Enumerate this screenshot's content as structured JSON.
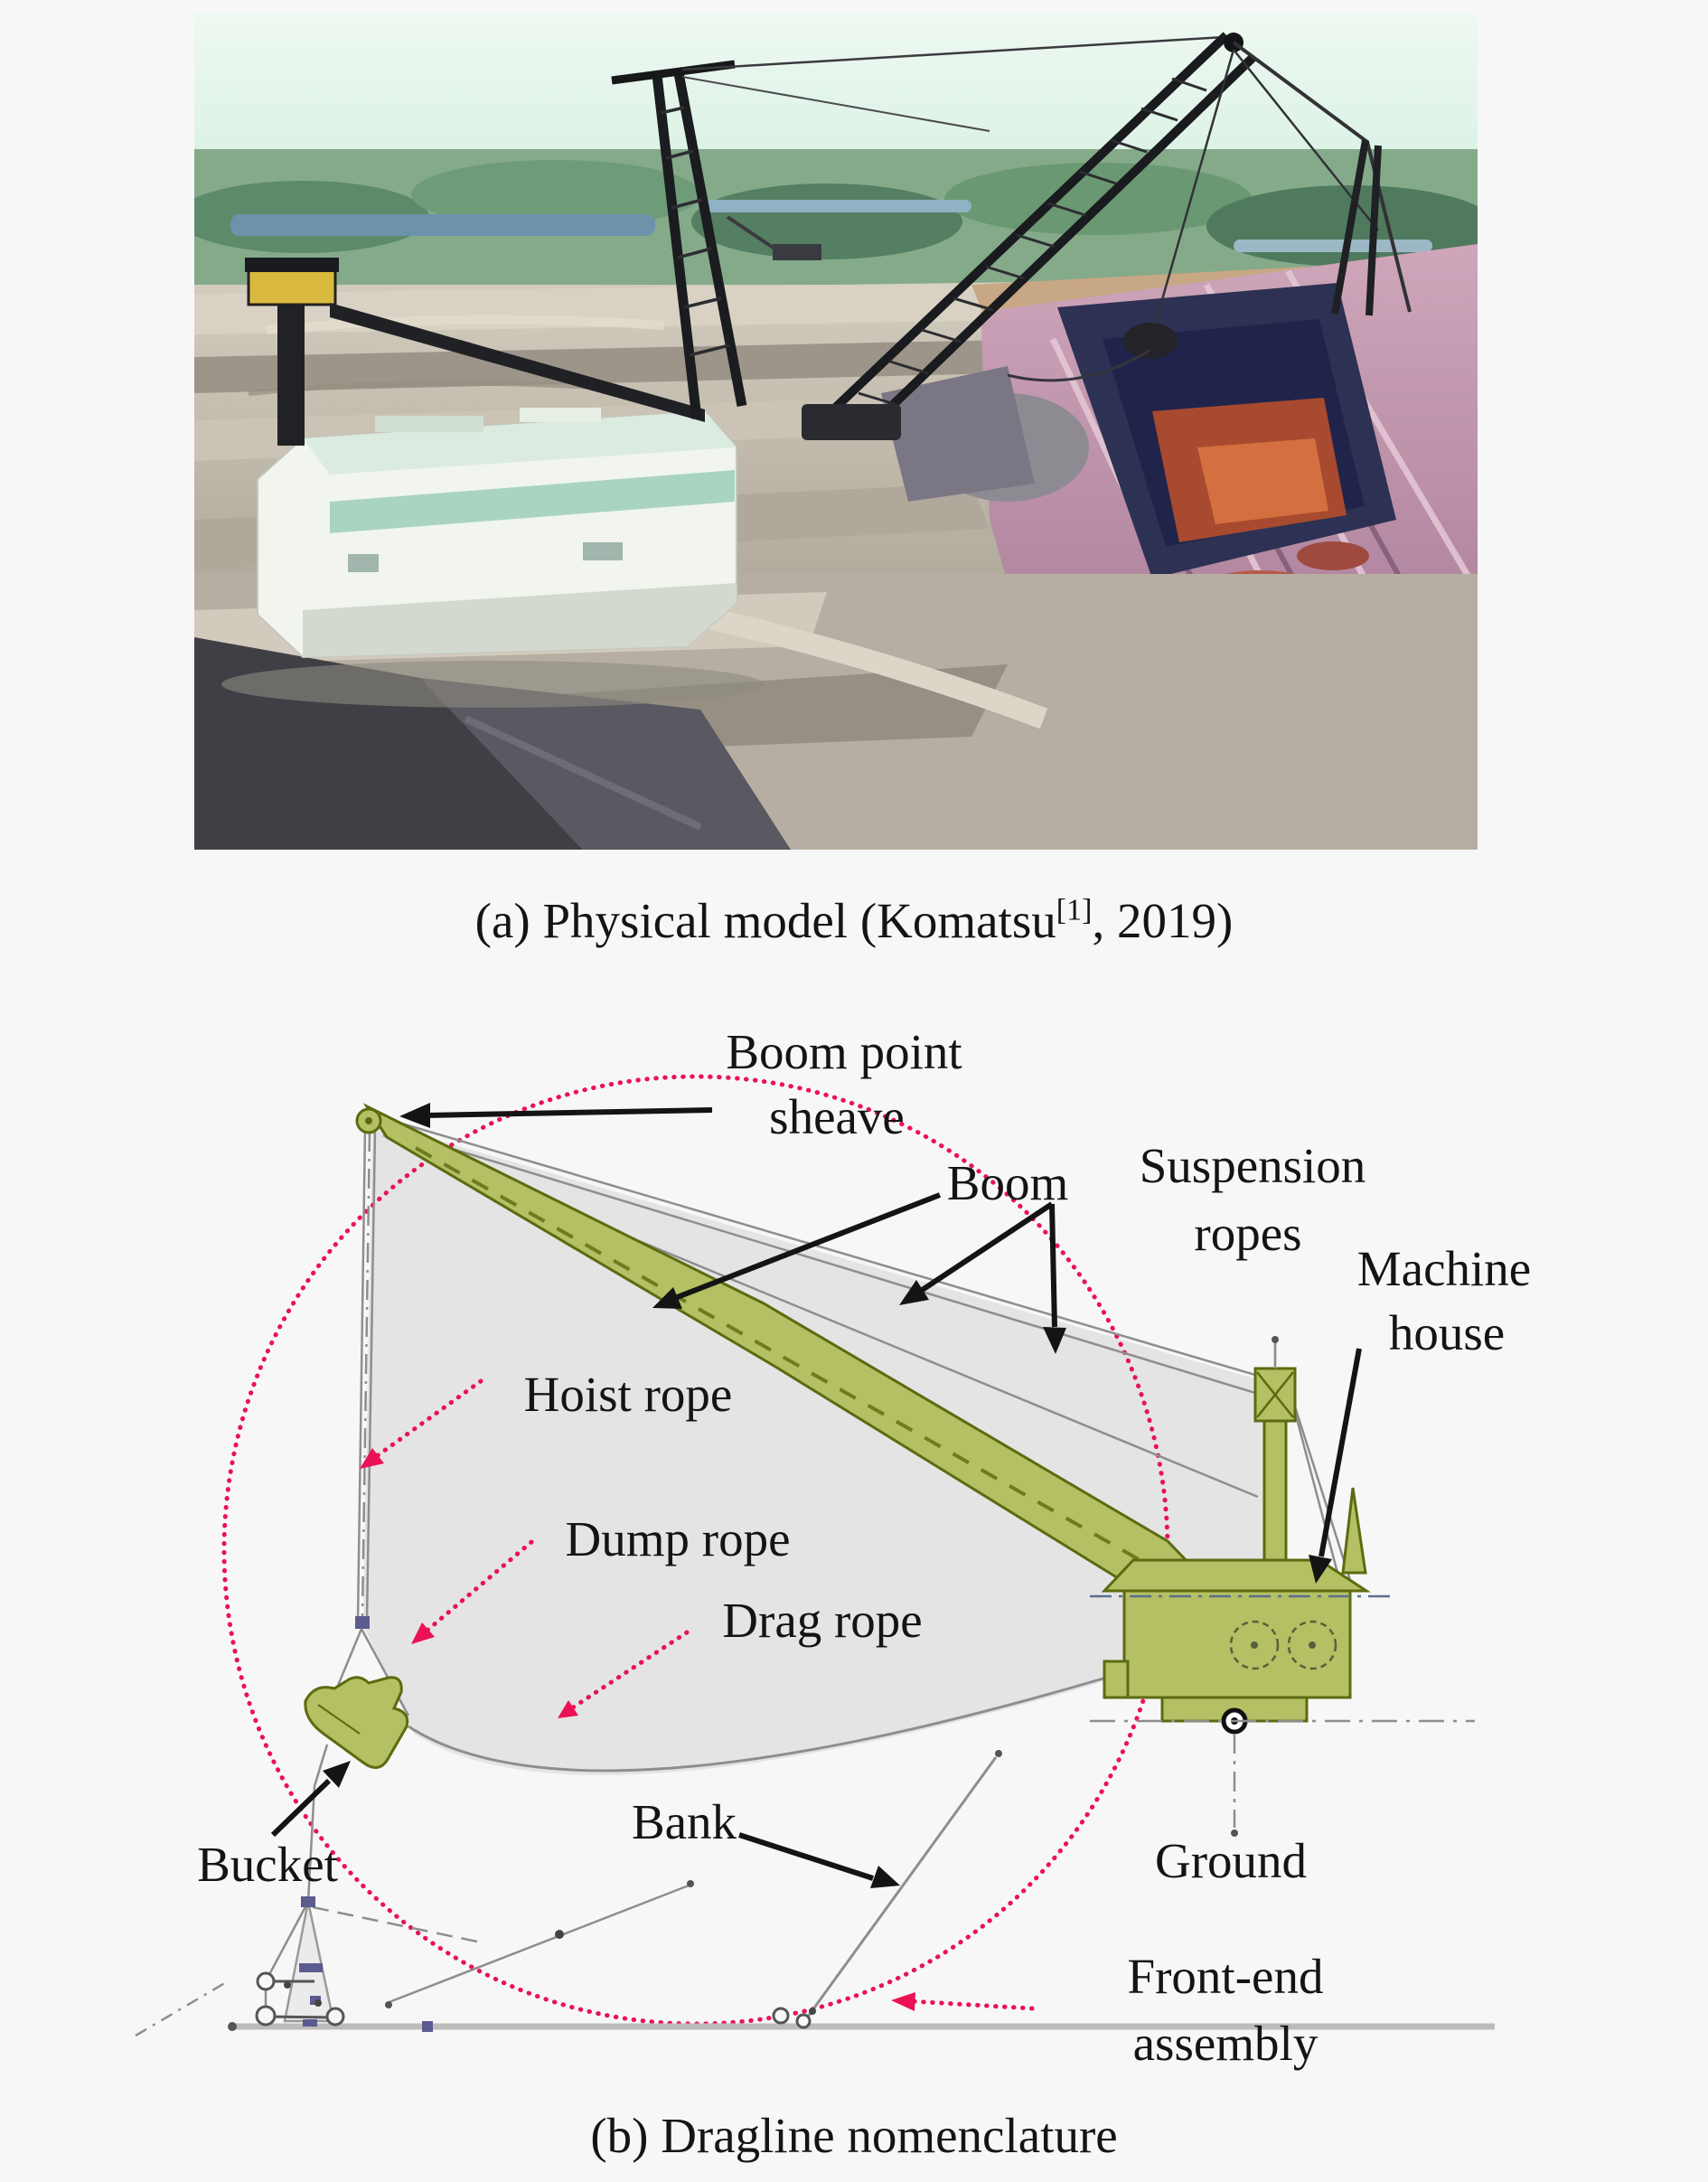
{
  "page": {
    "background": "#f7f7f7"
  },
  "figure": {
    "caption_a_prefix": "(a) Physical model (Komatsu",
    "caption_a_ref": "[1]",
    "caption_a_suffix": ", 2019)",
    "caption_b": "(b) Dragline nomenclature"
  },
  "diagram": {
    "labels": {
      "boom_point_sheave_1": "Boom point",
      "boom_point_sheave_2": "sheave",
      "boom": "Boom",
      "suspension_ropes_1": "Suspension",
      "suspension_ropes_2": "ropes",
      "machine_house_1": "Machine",
      "machine_house_2": "house",
      "hoist_rope": "Hoist rope",
      "dump_rope": "Dump rope",
      "drag_rope": "Drag rope",
      "bucket": "Bucket",
      "bank": "Bank",
      "ground": "Ground",
      "front_end_assembly_1": "Front-end",
      "front_end_assembly_2": "assembly"
    },
    "colors": {
      "accent_red": "#ea1254",
      "machine_green": "#b5bf63",
      "machine_green_dark": "#5c6b10",
      "line_gray": "#8e8e8e",
      "shade_gray": "#e4e4e4",
      "node_purple": "#5b5b8f",
      "page_bg": "#f7f7f7"
    }
  }
}
